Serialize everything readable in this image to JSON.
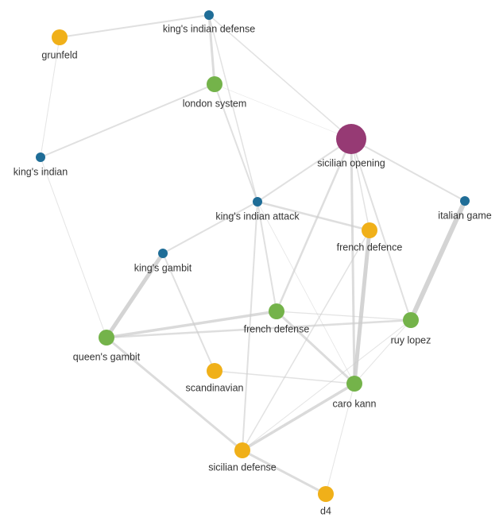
{
  "colors": {
    "blue": "#1f6d97",
    "green": "#74b34a",
    "orange": "#f0b019",
    "purple": "#963a74",
    "edge": "#cccccc"
  },
  "nodes": [
    {
      "id": "kings-indian-defense",
      "label": "king's indian defense",
      "color": "blue",
      "size": "small"
    },
    {
      "id": "grunfeld",
      "label": "grunfeld",
      "color": "orange",
      "size": "medium"
    },
    {
      "id": "london-system",
      "label": "london system",
      "color": "green",
      "size": "medium"
    },
    {
      "id": "sicilian-opening",
      "label": "sicilian opening",
      "color": "purple",
      "size": "large"
    },
    {
      "id": "kings-indian",
      "label": "king's indian",
      "color": "blue",
      "size": "small"
    },
    {
      "id": "kings-indian-attack",
      "label": "king's indian attack",
      "color": "blue",
      "size": "small"
    },
    {
      "id": "italian-game",
      "label": "italian game",
      "color": "blue",
      "size": "small"
    },
    {
      "id": "french-defence",
      "label": "french defence",
      "color": "orange",
      "size": "medium"
    },
    {
      "id": "kings-gambit",
      "label": "king's gambit",
      "color": "blue",
      "size": "small"
    },
    {
      "id": "french-defense",
      "label": "french defense",
      "color": "green",
      "size": "medium"
    },
    {
      "id": "ruy-lopez",
      "label": "ruy lopez",
      "color": "green",
      "size": "medium"
    },
    {
      "id": "queens-gambit",
      "label": "queen's gambit",
      "color": "green",
      "size": "medium"
    },
    {
      "id": "scandinavian",
      "label": "scandinavian",
      "color": "orange",
      "size": "medium"
    },
    {
      "id": "caro-kann",
      "label": "caro kann",
      "color": "green",
      "size": "medium"
    },
    {
      "id": "sicilian-defense",
      "label": "sicilian defense",
      "color": "orange",
      "size": "medium"
    },
    {
      "id": "d4",
      "label": "d4",
      "color": "orange",
      "size": "medium"
    }
  ],
  "edges": [
    {
      "source": "grunfeld",
      "target": "kings-indian-defense",
      "weight": 2
    },
    {
      "source": "grunfeld",
      "target": "kings-indian",
      "weight": 1
    },
    {
      "source": "kings-indian-defense",
      "target": "london-system",
      "weight": 3
    },
    {
      "source": "kings-indian-defense",
      "target": "sicilian-opening",
      "weight": 1.5
    },
    {
      "source": "kings-indian-defense",
      "target": "kings-indian-attack",
      "weight": 1.5
    },
    {
      "source": "london-system",
      "target": "kings-indian",
      "weight": 2
    },
    {
      "source": "london-system",
      "target": "sicilian-opening",
      "weight": 0.6
    },
    {
      "source": "london-system",
      "target": "kings-indian-attack",
      "weight": 2
    },
    {
      "source": "kings-indian",
      "target": "queens-gambit",
      "weight": 1
    },
    {
      "source": "sicilian-opening",
      "target": "kings-indian-attack",
      "weight": 2
    },
    {
      "source": "sicilian-opening",
      "target": "italian-game",
      "weight": 2
    },
    {
      "source": "sicilian-opening",
      "target": "french-defense",
      "weight": 2.5
    },
    {
      "source": "sicilian-opening",
      "target": "ruy-lopez",
      "weight": 2
    },
    {
      "source": "sicilian-opening",
      "target": "caro-kann",
      "weight": 3
    },
    {
      "source": "sicilian-opening",
      "target": "french-defence",
      "weight": 1.5
    },
    {
      "source": "kings-indian-attack",
      "target": "french-defence",
      "weight": 2.5
    },
    {
      "source": "kings-indian-attack",
      "target": "kings-gambit",
      "weight": 2
    },
    {
      "source": "kings-indian-attack",
      "target": "french-defense",
      "weight": 2
    },
    {
      "source": "kings-indian-attack",
      "target": "sicilian-defense",
      "weight": 2
    },
    {
      "source": "kings-indian-attack",
      "target": "caro-kann",
      "weight": 0.8
    },
    {
      "source": "italian-game",
      "target": "ruy-lopez",
      "weight": 6
    },
    {
      "source": "french-defence",
      "target": "caro-kann",
      "weight": 5
    },
    {
      "source": "french-defence",
      "target": "sicilian-defense",
      "weight": 1.5
    },
    {
      "source": "kings-gambit",
      "target": "queens-gambit",
      "weight": 5
    },
    {
      "source": "kings-gambit",
      "target": "scandinavian",
      "weight": 2
    },
    {
      "source": "queens-gambit",
      "target": "french-defense",
      "weight": 3.5
    },
    {
      "source": "queens-gambit",
      "target": "ruy-lopez",
      "weight": 2.5
    },
    {
      "source": "queens-gambit",
      "target": "sicilian-defense",
      "weight": 3
    },
    {
      "source": "french-defense",
      "target": "ruy-lopez",
      "weight": 1.2
    },
    {
      "source": "french-defense",
      "target": "caro-kann",
      "weight": 3
    },
    {
      "source": "ruy-lopez",
      "target": "caro-kann",
      "weight": 1
    },
    {
      "source": "ruy-lopez",
      "target": "sicilian-defense",
      "weight": 1
    },
    {
      "source": "scandinavian",
      "target": "caro-kann",
      "weight": 1.5
    },
    {
      "source": "caro-kann",
      "target": "sicilian-defense",
      "weight": 3.5
    },
    {
      "source": "caro-kann",
      "target": "d4",
      "weight": 1
    },
    {
      "source": "sicilian-defense",
      "target": "d4",
      "weight": 3
    }
  ]
}
